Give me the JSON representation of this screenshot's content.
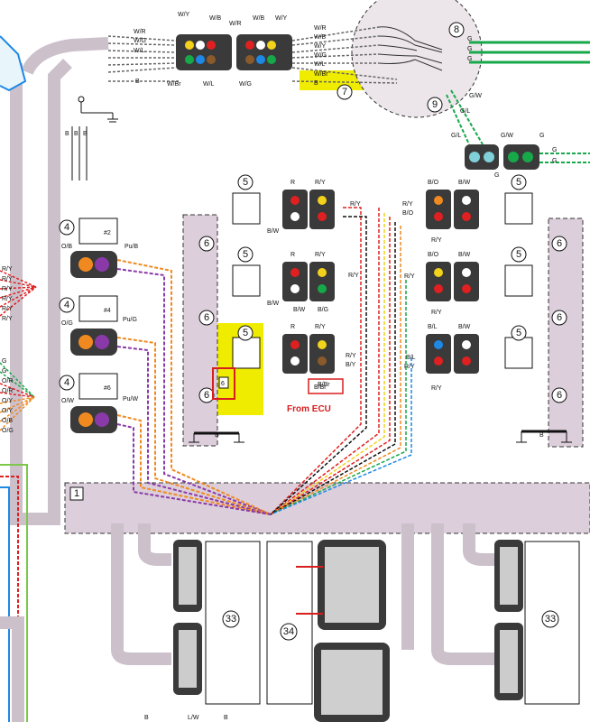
{
  "title_fragment": "",
  "callouts": {
    "c1": "1",
    "c4a": "4",
    "c4b": "4",
    "c4c": "4",
    "c5": "5",
    "c6": "6",
    "c7": "7",
    "c8": "8",
    "c9": "9",
    "c33": "33",
    "c34": "34"
  },
  "coil_labels": {
    "n2": "#2",
    "n4": "#4",
    "n6": "#6",
    "n6b": "6"
  },
  "top_connector_wires": [
    "W/Y",
    "W/B",
    "W/R",
    "W/B",
    "W/Y",
    "W/R",
    "W/G",
    "W/L",
    "B",
    "W/Br",
    "W/L",
    "W/G"
  ],
  "top_right_wires": [
    "W/R",
    "W/B",
    "W/Y",
    "W/G",
    "W/L",
    "W/Br",
    "B"
  ],
  "stator_outputs": [
    "G",
    "G",
    "G"
  ],
  "rectifier_wires": [
    "G/W",
    "G/L",
    "G/L",
    "G/W",
    "G",
    "G",
    "G",
    "G"
  ],
  "injector_colors": [
    "R",
    "R/Y",
    "R",
    "R/Y",
    "R",
    "R/Y",
    "B/O",
    "B/W",
    "B/O",
    "B/W",
    "B/L",
    "B/W"
  ],
  "injector_wires": [
    "B/W",
    "R/Y",
    "B/W",
    "R/Y",
    "B/W",
    "B/G",
    "R/Y",
    "B/Y",
    "B/Br",
    "R/Y",
    "B/O",
    "R/Y",
    "B/L",
    "R/Y",
    "R/Y",
    "R/Y",
    "R/Y"
  ],
  "coil_wires": [
    "O/B",
    "Pu/B",
    "O/G",
    "Pu/G",
    "O/W",
    "Pu/W"
  ],
  "left_bundle": [
    "R/Y",
    "R/Y",
    "R/Y",
    "R/Y",
    "R/Y",
    "R/Y",
    "G",
    "G",
    "O/R",
    "O/R",
    "O/Y",
    "O/Y",
    "O/B",
    "O/G"
  ],
  "ground_labels": [
    "B",
    "B",
    "B",
    "B",
    "B"
  ],
  "bottom_labels": [
    "B",
    "L/W",
    "B"
  ],
  "annotation": {
    "text": "From ECU",
    "wire": "B/Br",
    "color": "#d81e1e"
  },
  "colors": {
    "highlight": "#f0ec00",
    "harness": "#ccc1cb",
    "connector": "#3a3a3a",
    "green": "#17a84a",
    "red": "#e02020",
    "yellow": "#f2d21a",
    "orange": "#f08a20",
    "purple": "#8a3aa8",
    "blue": "#1e88e5"
  }
}
